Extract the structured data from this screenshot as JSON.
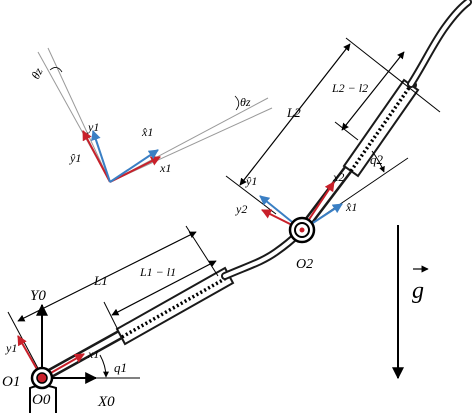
{
  "labels": {
    "theta_z_top": "θz",
    "theta_z_right": "θz",
    "y1_inset_top": "y1",
    "y1hat_inset": "ŷ1",
    "x1hat_inset": "x̂1",
    "x1_inset": "x1",
    "L2": "L2",
    "L2_minus_l2": "L2 − l2",
    "q2": "q2",
    "y1hat_joint": "ŷ1",
    "y2": "y2",
    "x2": "x2",
    "x1hat_joint": "x̂1",
    "O2": "O2",
    "L1": "L1",
    "L1_minus_l1": "L1 − l1",
    "Y0": "Y0",
    "y1_base": "y1",
    "x1_base": "x1",
    "q1": "q1",
    "O1": "O1",
    "O0": "O0",
    "X0": "X0",
    "g": "g"
  },
  "colors": {
    "red_frame": "#c8202a",
    "blue_frame": "#3a7fc4",
    "link": "#1a1a1a",
    "thin_line": "#9a9a9a"
  }
}
